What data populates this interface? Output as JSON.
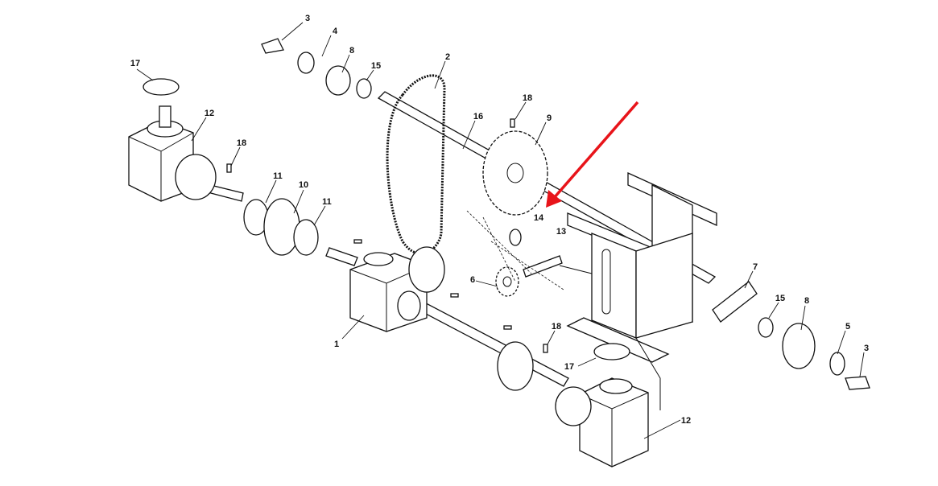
{
  "diagram": {
    "title": "Exploded gearbox and drive shaft assembly",
    "callout_color": "#e8141a",
    "highlighted_part": "14",
    "labels": [
      "3",
      "4",
      "8",
      "15",
      "2",
      "17",
      "12",
      "18",
      "16",
      "18",
      "9",
      "11",
      "10",
      "11",
      "14",
      "13",
      "6",
      "1",
      "7",
      "15",
      "8",
      "5",
      "3",
      "18",
      "17",
      "12"
    ]
  }
}
